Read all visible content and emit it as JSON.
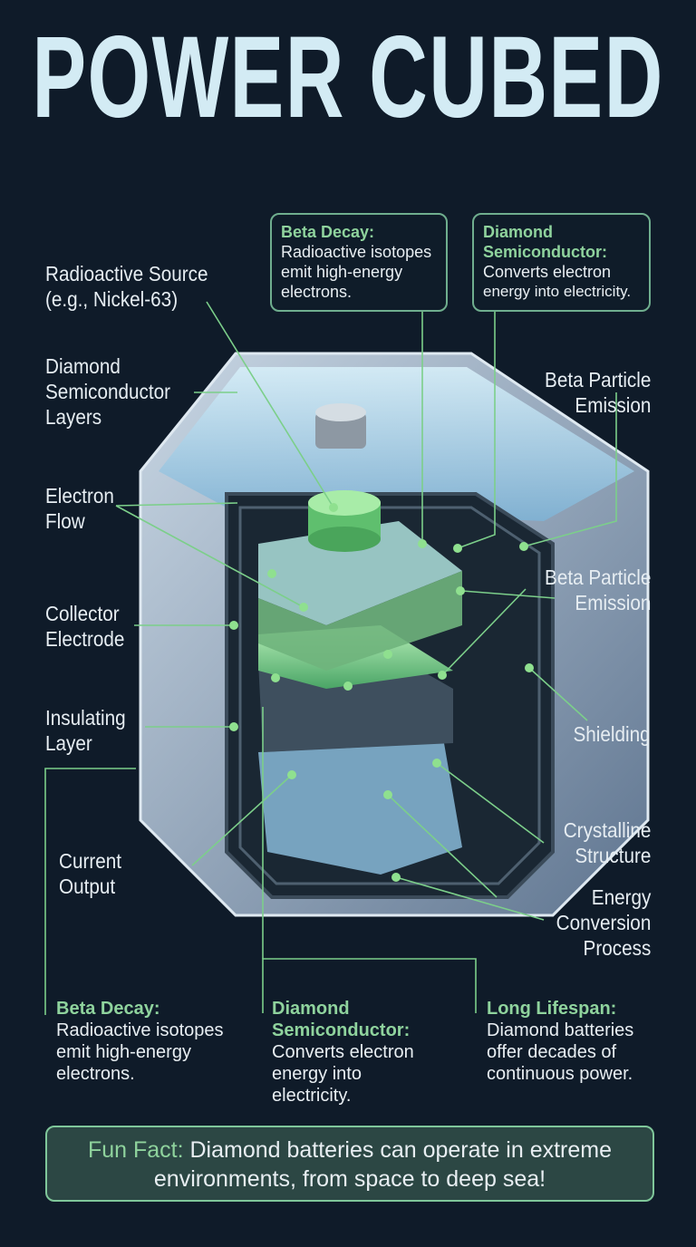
{
  "title": "POWER CUBED",
  "colors": {
    "background": "#0f1b29",
    "accent": "#8fd39d",
    "title": "#d3ebf4",
    "line": "#7ccf8a"
  },
  "labels": {
    "radioactive_source": [
      "Radioactive Source",
      "(e.g., Nickel-63)"
    ],
    "diamond_layers": [
      "Diamond",
      "Semiconductor",
      "Layers"
    ],
    "electron_flow": [
      "Electron",
      "Flow"
    ],
    "collector": [
      "Collector",
      "Electrode"
    ],
    "insulating": [
      "Insulating",
      "Layer"
    ],
    "current_output": [
      "Current",
      "Output"
    ],
    "beta_emission_1": [
      "Beta Particle",
      "Emission"
    ],
    "beta_emission_2": [
      "Beta Particle",
      "Emission"
    ],
    "shielding": [
      "Shielding"
    ],
    "crystalline": [
      "Crystalline",
      "Structure"
    ],
    "energy_conversion": [
      "Energy",
      "Conversion",
      "Process"
    ]
  },
  "top_boxes": [
    {
      "heading": "Beta Decay:",
      "lines": [
        "Radioactive isotopes",
        "emit high-energy",
        "electrons."
      ]
    },
    {
      "heading_lines": [
        "Diamond",
        "Semiconductor:"
      ],
      "lines": [
        "Converts electron",
        "energy into electricity."
      ]
    }
  ],
  "bottom_columns": [
    {
      "heading_lines": [
        "Beta Decay:"
      ],
      "lines": [
        "Radioactive isotopes",
        "emit high-energy",
        "electrons."
      ]
    },
    {
      "heading_lines": [
        "Diamond",
        "Semiconductor:"
      ],
      "lines": [
        "Converts electron",
        "energy into",
        "electricity."
      ]
    },
    {
      "heading_lines": [
        "Long Lifespan:"
      ],
      "lines": [
        "Diamond batteries",
        "offer decades of",
        "continuous power."
      ]
    }
  ],
  "fun_fact": {
    "key": "Fun Fact:",
    "text": " Diamond batteries can operate in extreme",
    "line2": "environments, from space to deep sea!"
  }
}
